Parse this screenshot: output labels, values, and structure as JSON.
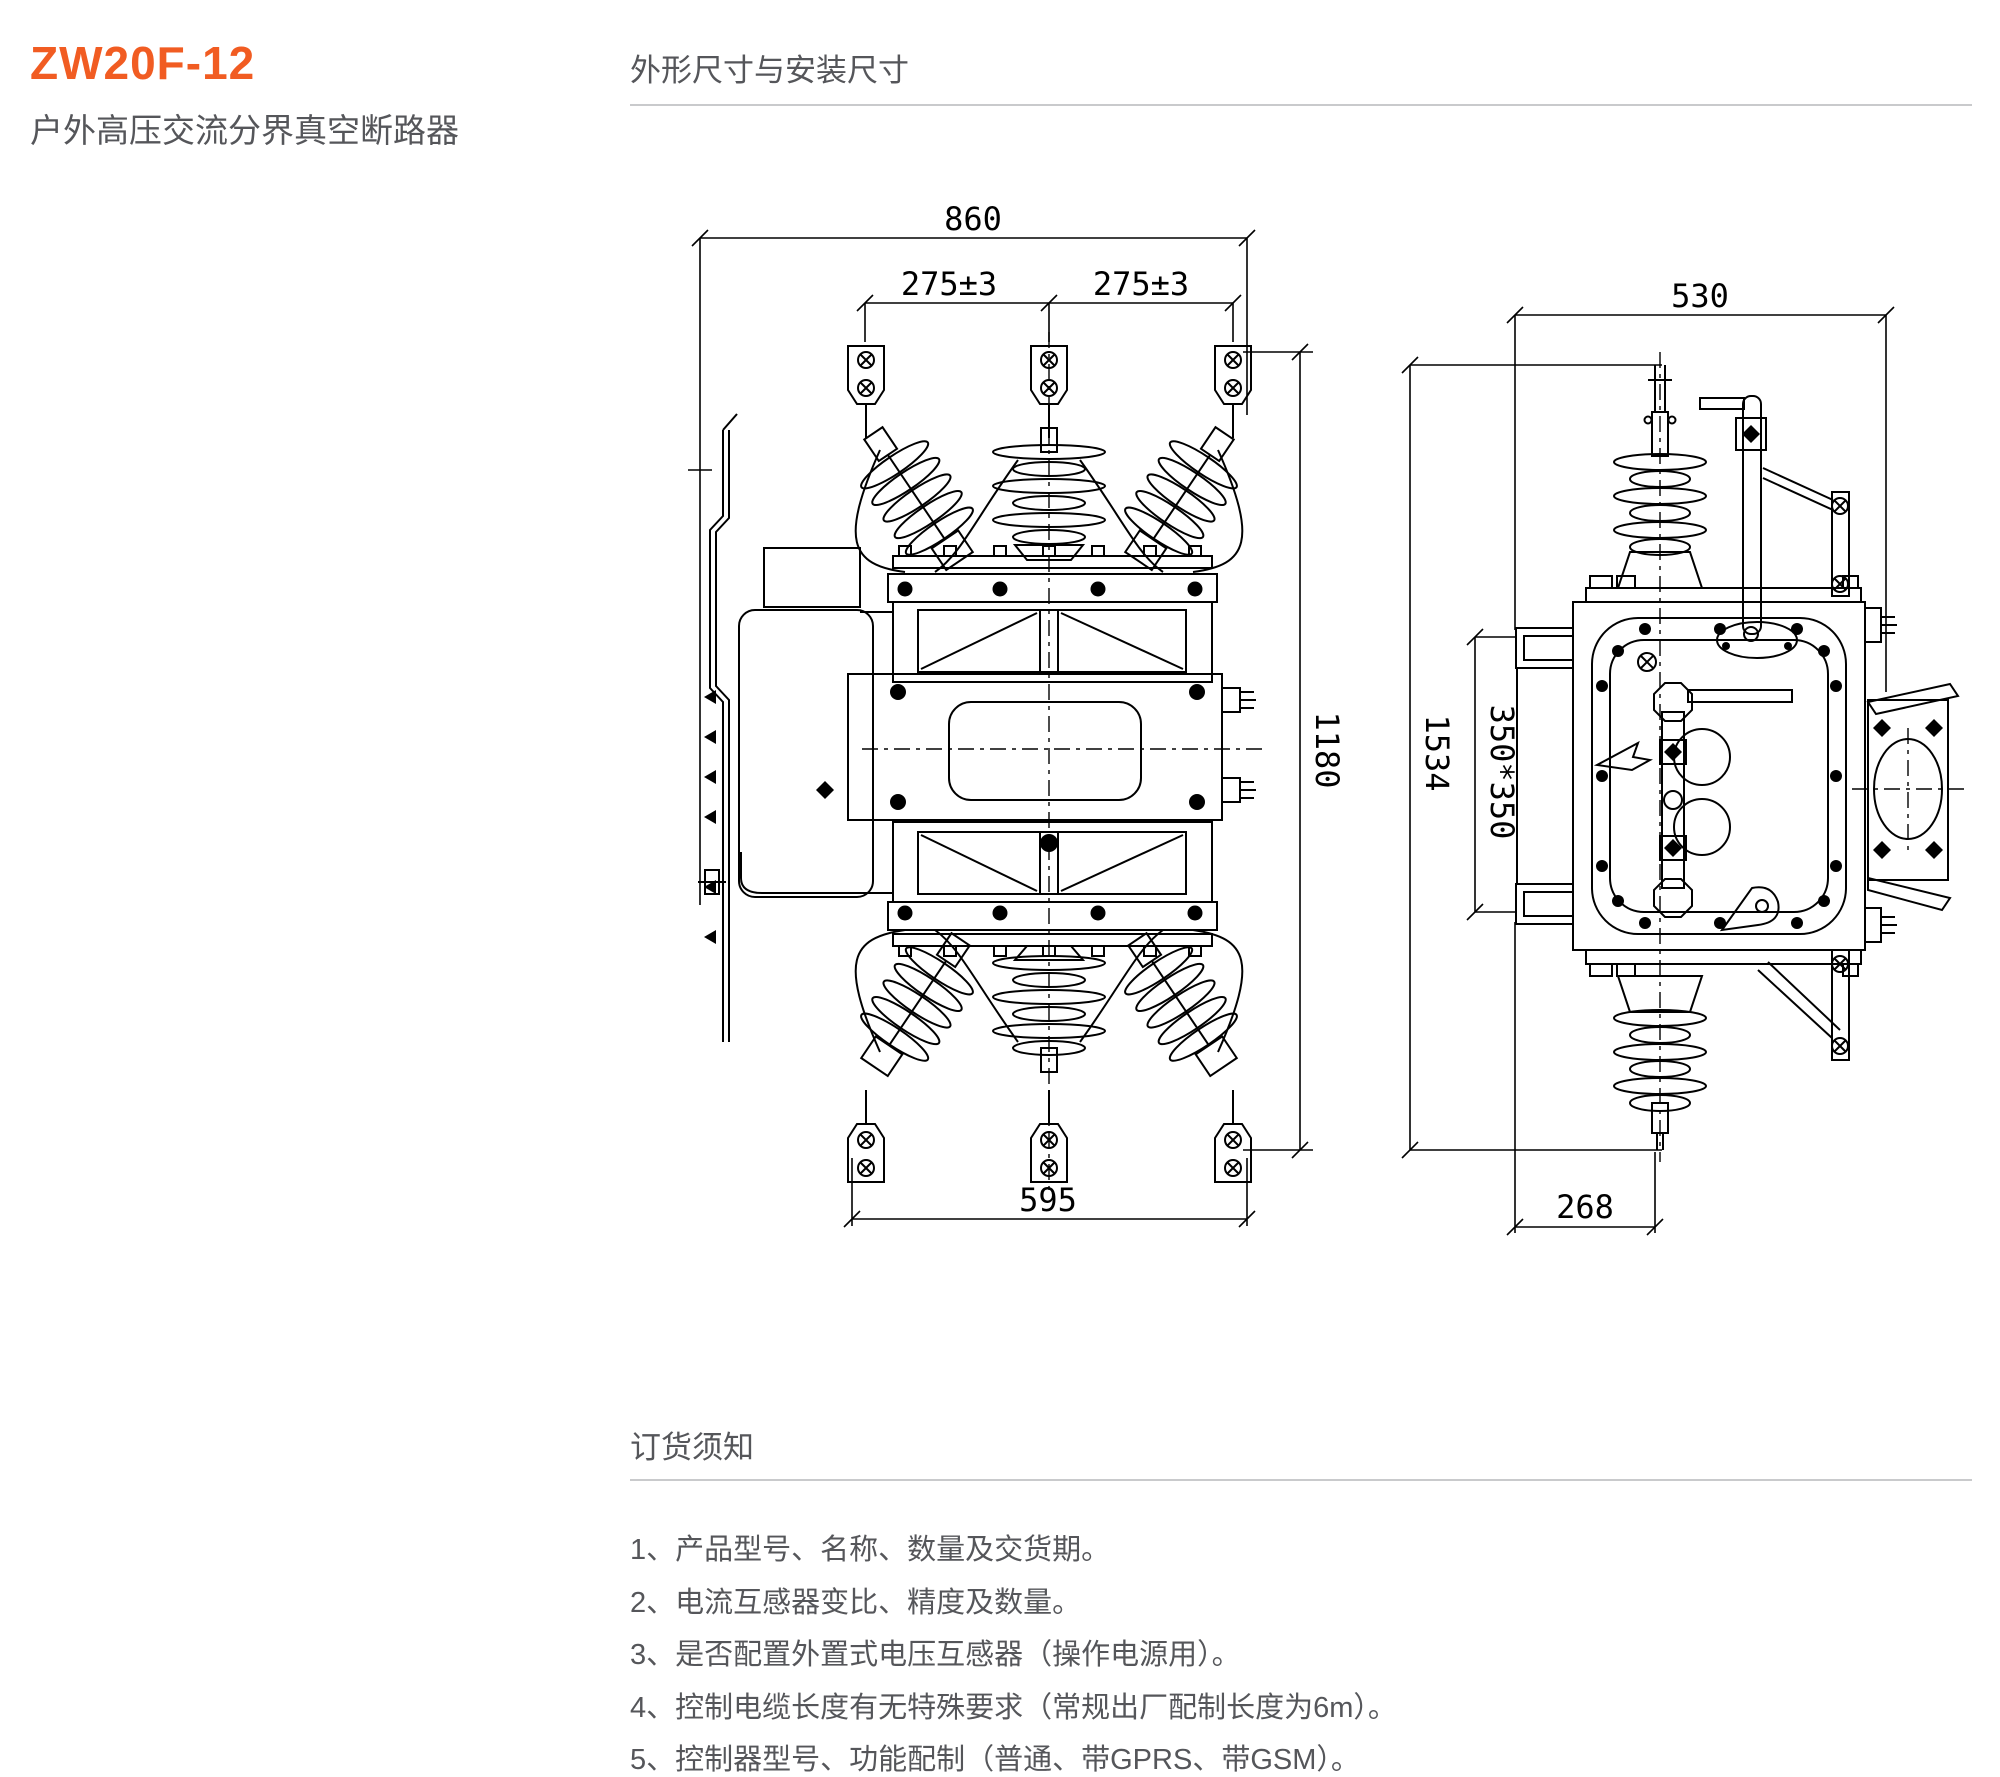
{
  "header": {
    "model": "ZW20F-12",
    "subtitle": "户外高压交流分界真空断路器",
    "accent_color": "#F15C22",
    "text_color": "#55565A"
  },
  "dimensions_section": {
    "title": "外形尺寸与安装尺寸"
  },
  "ordering_section": {
    "title": "订货须知",
    "items": [
      "1、产品型号、名称、数量及交货期。",
      "2、电流互感器变比、精度及数量。",
      "3、是否配置外置式电压互感器（操作电源用）。",
      "4、控制电缆长度有无特殊要求（常规出厂配制长度为6m）。",
      "5、控制器型号、功能配制（普通、带GPRS、带GSM）。"
    ]
  },
  "front_view": {
    "labels": {
      "total_width": "860",
      "pole_spacing_left": "275±3",
      "pole_spacing_right": "275±3",
      "height": "1180",
      "base_width": "595"
    }
  },
  "side_view": {
    "labels": {
      "top_width": "530",
      "total_height": "1534",
      "mounting_plate": "350*350",
      "bottom_depth": "268"
    }
  }
}
